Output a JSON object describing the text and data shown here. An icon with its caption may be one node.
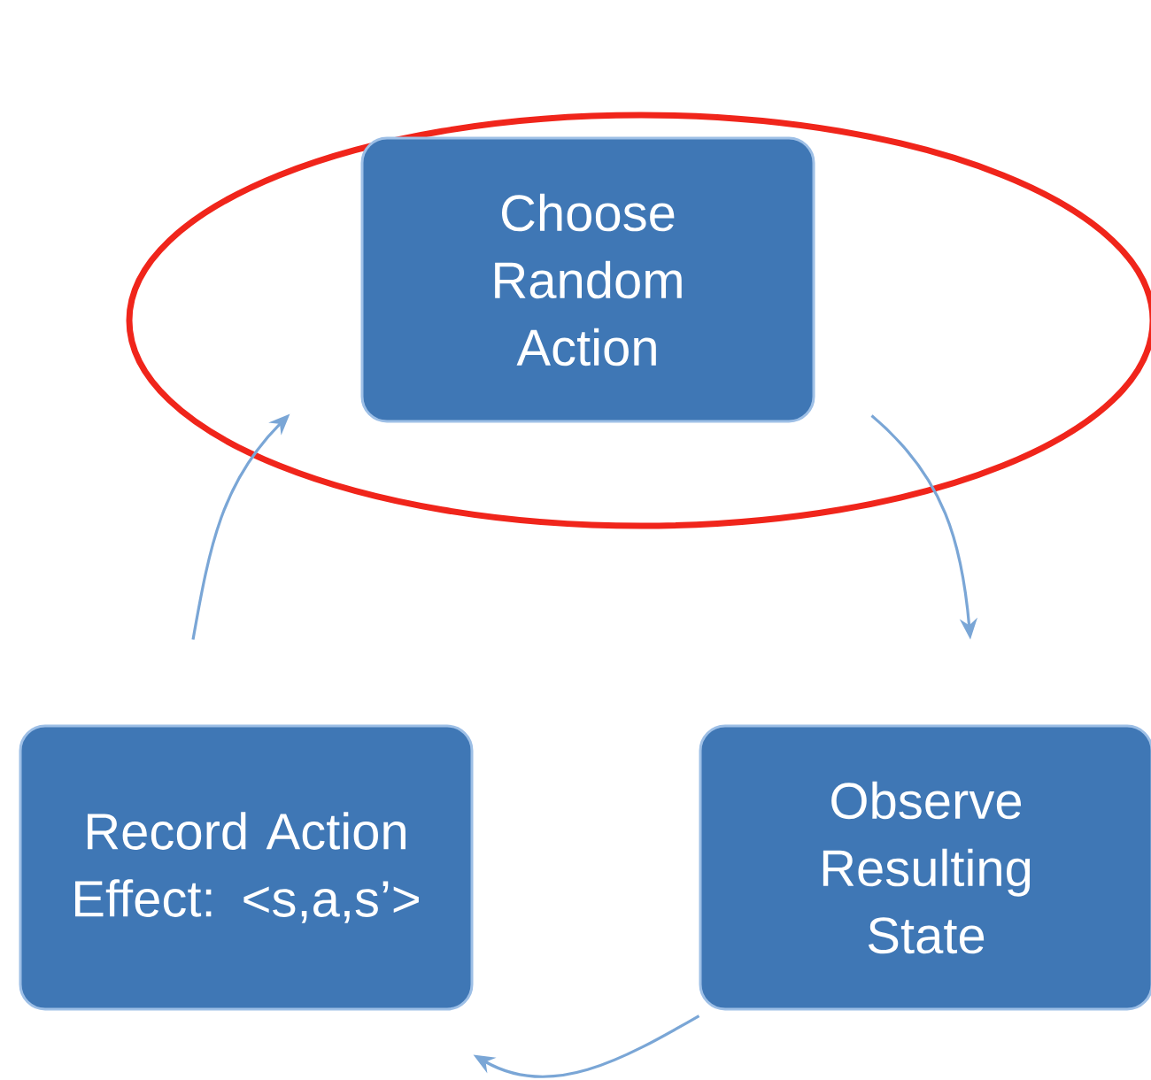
{
  "diagram": {
    "nodes": [
      {
        "text": [
          "Choose Random Action"
        ]
      },
      {
        "text": [
          "Observe Resulting State"
        ]
      },
      {
        "text": [
          "Record Action Effect: <s,a,s’>"
        ]
      }
    ],
    "edges": [
      {
        "from": 0,
        "to": 1,
        "arrow": "to"
      },
      {
        "from": 1,
        "to": 2,
        "arrow": "to"
      },
      {
        "from": 2,
        "to": 0,
        "arrow": "to"
      }
    ]
  }
}
